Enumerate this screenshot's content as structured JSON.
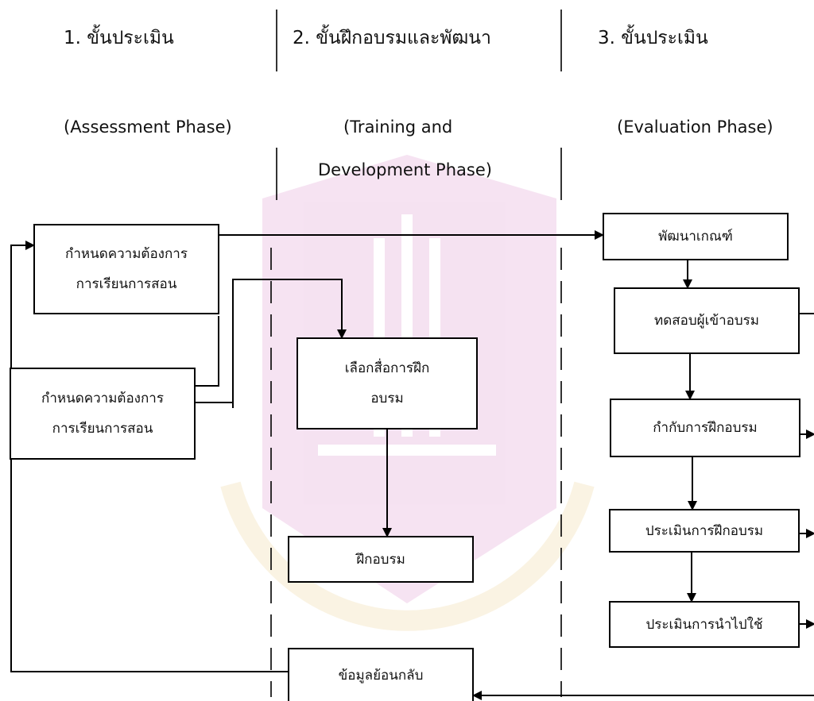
{
  "phases": [
    {
      "title": "1. ขั้นประเมิน",
      "subtitle_lines": [
        "(Assessment Phase)"
      ]
    },
    {
      "title": "2. ขั้นฝึกอบรมและพัฒนา",
      "subtitle_lines": [
        "(Training and",
        "Development Phase)"
      ]
    },
    {
      "title": "3. ขั้นประเมิน",
      "subtitle_lines": [
        "(Evaluation Phase)"
      ]
    }
  ],
  "boxes": {
    "needs_1": [
      "กำหนดความต้องการ",
      "การเรียนการสอน"
    ],
    "needs_2": [
      "กำหนดความต้องการ",
      "การเรียนการสอน"
    ],
    "select_media": [
      "เลือกสื่อการฝึก",
      "อบรม"
    ],
    "train": [
      "ฝึกอบรม"
    ],
    "feedback": [
      "ข้อมูลย้อนกลับ"
    ],
    "develop_criteria": [
      "พัฒนาเกณฑ์"
    ],
    "pretest": [
      "ทดสอบผู้เข้าอบรม"
    ],
    "monitor": [
      "กำกับการฝึกอบรม"
    ],
    "evaluate_training": [
      "ประเมินการฝึกอบรม"
    ],
    "evaluate_use": [
      "ประเมินการนำไปใช้"
    ]
  },
  "watermark": {
    "color": "#b8269a"
  }
}
